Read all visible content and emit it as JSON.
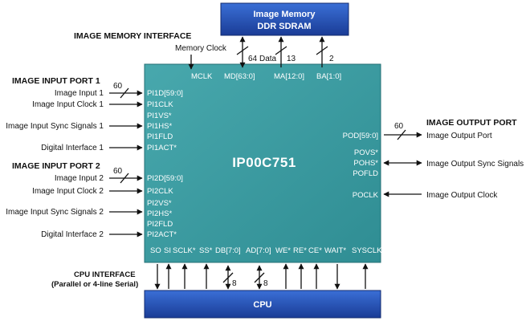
{
  "memory": {
    "title_line1": "Image Memory",
    "title_line2": "DDR SDRAM",
    "interface_label": "IMAGE MEMORY INTERFACE",
    "memory_clock": "Memory Clock",
    "data_width": "64",
    "data_label": "Data",
    "addr_width": "13",
    "ba_width": "2"
  },
  "chip": {
    "name": "IP00C751",
    "fill_color": "#3f9fa4",
    "top_pins": [
      "MCLK",
      "MD[63:0]",
      "MA[12:0]",
      "BA[1:0]"
    ],
    "port1_pins": [
      "PI1D[59:0]",
      "PI1CLK",
      "PI1VS*",
      "PI1HS*",
      "PI1FLD",
      "PI1ACT*"
    ],
    "port2_pins": [
      "PI2D[59:0]",
      "PI2CLK",
      "PI2VS*",
      "PI2HS*",
      "PI2FLD",
      "PI2ACT*"
    ],
    "right_pins": [
      "POD[59:0]",
      "POVS*",
      "POHS*",
      "POFLD",
      "POCLK"
    ],
    "bottom_pins": [
      "SO",
      "SI",
      "SCLK*",
      "SS*",
      "DB[7:0]",
      "AD[7:0]",
      "WE*",
      "RE*",
      "CE*",
      "WAIT*",
      "SYSCLK"
    ]
  },
  "input_port_1": {
    "header": "IMAGE INPUT PORT 1",
    "bus_width": "60",
    "labels": [
      "Image Input 1",
      "Image Input Clock 1",
      "Image Input Sync Signals 1",
      "Digital Interface 1"
    ]
  },
  "input_port_2": {
    "header": "IMAGE INPUT PORT 2",
    "bus_width": "60",
    "labels": [
      "Image Input 2",
      "Image Input Clock 2",
      "Image Input Sync Signals 2",
      "Digital Interface 2"
    ]
  },
  "output_port": {
    "header": "IMAGE OUTPUT PORT",
    "bus_width": "60",
    "labels": [
      "Image Output Port",
      "Image Output Sync Signals",
      "Image Output Clock"
    ]
  },
  "cpu": {
    "title": "CPU",
    "interface_label": "CPU INTERFACE",
    "interface_sub": "(Parallel or 4-line Serial)",
    "db_width": "8",
    "ad_width": "8"
  },
  "colors": {
    "box_dark": "#1b3f9c",
    "box_light": "#2f63c9",
    "chip_dark": "#2f8f94"
  }
}
